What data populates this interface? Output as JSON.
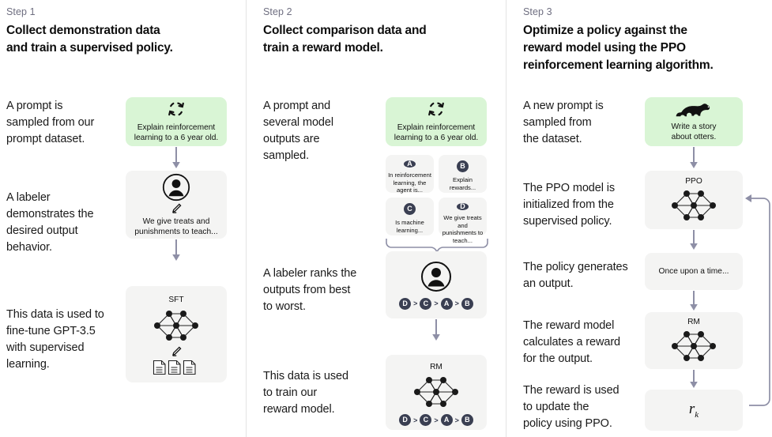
{
  "theme": {
    "bg": "#ffffff",
    "card_gray": "#f4f4f3",
    "card_green": "#d9f5d5",
    "divider": "#e3e3e3",
    "arrow": "#8e8fa6",
    "badge": "#3a3f52",
    "text": "#1a1a1a",
    "muted": "#6e6e80"
  },
  "columns": [
    {
      "step_label": "Step 1",
      "title": "Collect demonstration data\nand train a supervised policy.",
      "captions": [
        "A prompt is\nsampled from our\nprompt dataset.",
        "A labeler\ndemonstrates the\ndesired output\nbehavior.",
        "This data is used to\nfine-tune GPT-3.5\nwith supervised\nlearning."
      ],
      "cards": [
        {
          "name": "prompt-card",
          "icon": "refresh-cycle-icon",
          "text": "Explain reinforcement\nlearning to a 6 year old."
        },
        {
          "name": "labeler-card",
          "icon": "person-circle-icon",
          "sub_icon": "pencil-icon",
          "text": "We give treats and\npunishments to teach..."
        },
        {
          "name": "sft-card",
          "title": "SFT",
          "icon": "neural-network-icon",
          "sub_icon": "pencil-icon",
          "extra_icon": "documents-icon"
        }
      ]
    },
    {
      "step_label": "Step 2",
      "title": "Collect comparison data and\ntrain a reward model.",
      "captions": [
        "A prompt and\nseveral model\noutputs are\nsampled.",
        "A labeler ranks the\noutputs from best\nto worst.",
        "This data is used\nto train our\nreward model."
      ],
      "cards": [
        {
          "name": "prompt-card",
          "icon": "refresh-cycle-icon",
          "text": "Explain reinforcement\nlearning to a 6 year old."
        },
        {
          "name": "ranking-card",
          "icon": "person-circle-icon",
          "ranking": [
            "D",
            "C",
            "A",
            "B"
          ]
        },
        {
          "name": "rm-card",
          "title": "RM",
          "icon": "neural-network-icon",
          "ranking": [
            "D",
            "C",
            "A",
            "B"
          ]
        }
      ],
      "outputs": [
        {
          "letter": "A",
          "text": "In reinforcement\nlearning, the\nagent is..."
        },
        {
          "letter": "B",
          "text": "Explain rewards..."
        },
        {
          "letter": "C",
          "text": "Is machine\nlearning..."
        },
        {
          "letter": "D",
          "text": "We give treats and\npunishments to\nteach..."
        }
      ]
    },
    {
      "step_label": "Step 3",
      "title": "Optimize a policy against the\nreward model using the PPO\nreinforcement learning algorithm.",
      "captions": [
        "A new prompt is\nsampled from\nthe dataset.",
        "The PPO model is\ninitialized from the\nsupervised policy.",
        "The policy generates\nan output.",
        "The reward model\ncalculates a reward\nfor the output.",
        "The reward is used\nto update the\npolicy using PPO."
      ],
      "cards": [
        {
          "name": "prompt-card",
          "icon": "otter-icon",
          "text": "Write a story\nabout otters."
        },
        {
          "name": "ppo-card",
          "title": "PPO",
          "icon": "neural-network-icon"
        },
        {
          "name": "output-card",
          "text": "Once upon a time..."
        },
        {
          "name": "rm-card",
          "title": "RM",
          "icon": "neural-network-icon"
        },
        {
          "name": "reward-card",
          "reward_symbol": "r",
          "reward_subscript": "k"
        }
      ]
    }
  ]
}
